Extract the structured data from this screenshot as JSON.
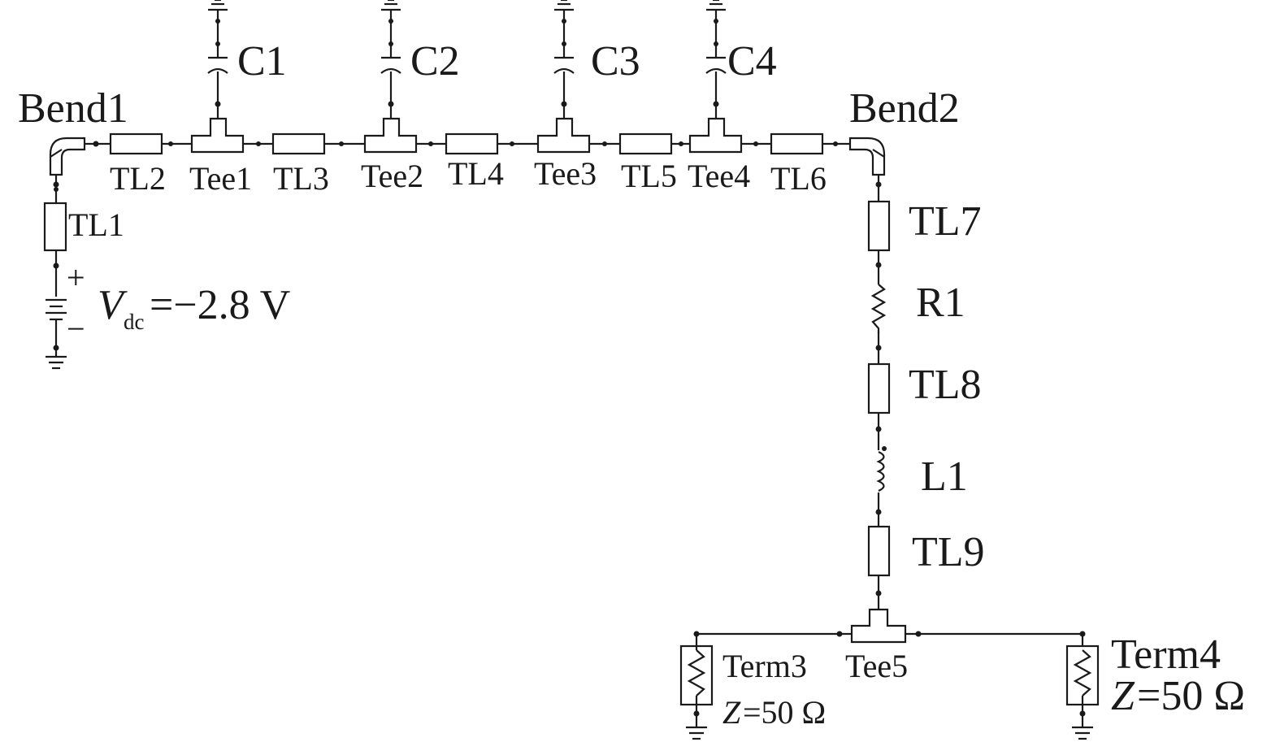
{
  "labels": {
    "bend1": "Bend1",
    "bend2": "Bend2",
    "tl1": "TL1",
    "tl2": "TL2",
    "tl3": "TL3",
    "tl4": "TL4",
    "tl5": "TL5",
    "tl6": "TL6",
    "tl7": "TL7",
    "tl8": "TL8",
    "tl9": "TL9",
    "tee1": "Tee1",
    "tee2": "Tee2",
    "tee3": "Tee3",
    "tee4": "Tee4",
    "tee5": "Tee5",
    "c1": "C1",
    "c2": "C2",
    "c3": "C3",
    "c4": "C4",
    "r1": "R1",
    "l1": "L1",
    "term3": "Term3",
    "term4": "Term4",
    "z_symbol": "Z",
    "z_value": "=50 Ω",
    "v_symbol": "V",
    "v_subscript": "dc",
    "v_value": "=−2.8 V",
    "plus": "+",
    "minus": "−"
  },
  "colors": {
    "ink": "#1a1a1a",
    "background": "#ffffff"
  }
}
